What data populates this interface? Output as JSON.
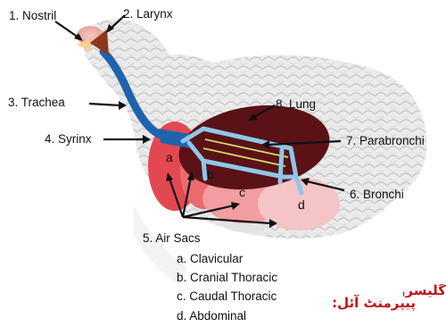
{
  "diagram": {
    "labels": {
      "nostril": "1. Nostril",
      "larynx": "2. Larynx",
      "trachea": "3. Trachea",
      "syrinx": "4. Syrinx",
      "air_sacs": "5. Air Sacs",
      "bronchi": "6. Bronchi",
      "parabronchi": "7. Parabronchi",
      "lung": "8. Lung"
    },
    "sac_letters": [
      "a",
      "b",
      "c",
      "d"
    ],
    "air_sac_key": [
      "a. Clavicular",
      "b. Cranial Thoracic",
      "c. Caudal Thoracic",
      "d. Abdominal"
    ]
  },
  "overlay_text": {
    "urdu_left": "پیپرمنٹ آئل:",
    "urdu_right": "گلیسرو"
  },
  "colors": {
    "trachea": "#1f63ad",
    "bronchi": "#8ec7ea",
    "lung": "#5a1216",
    "air_sac": "#e8484e",
    "parabronchi_lines": "#d8d86a",
    "urdu_text": "#c0141b"
  }
}
